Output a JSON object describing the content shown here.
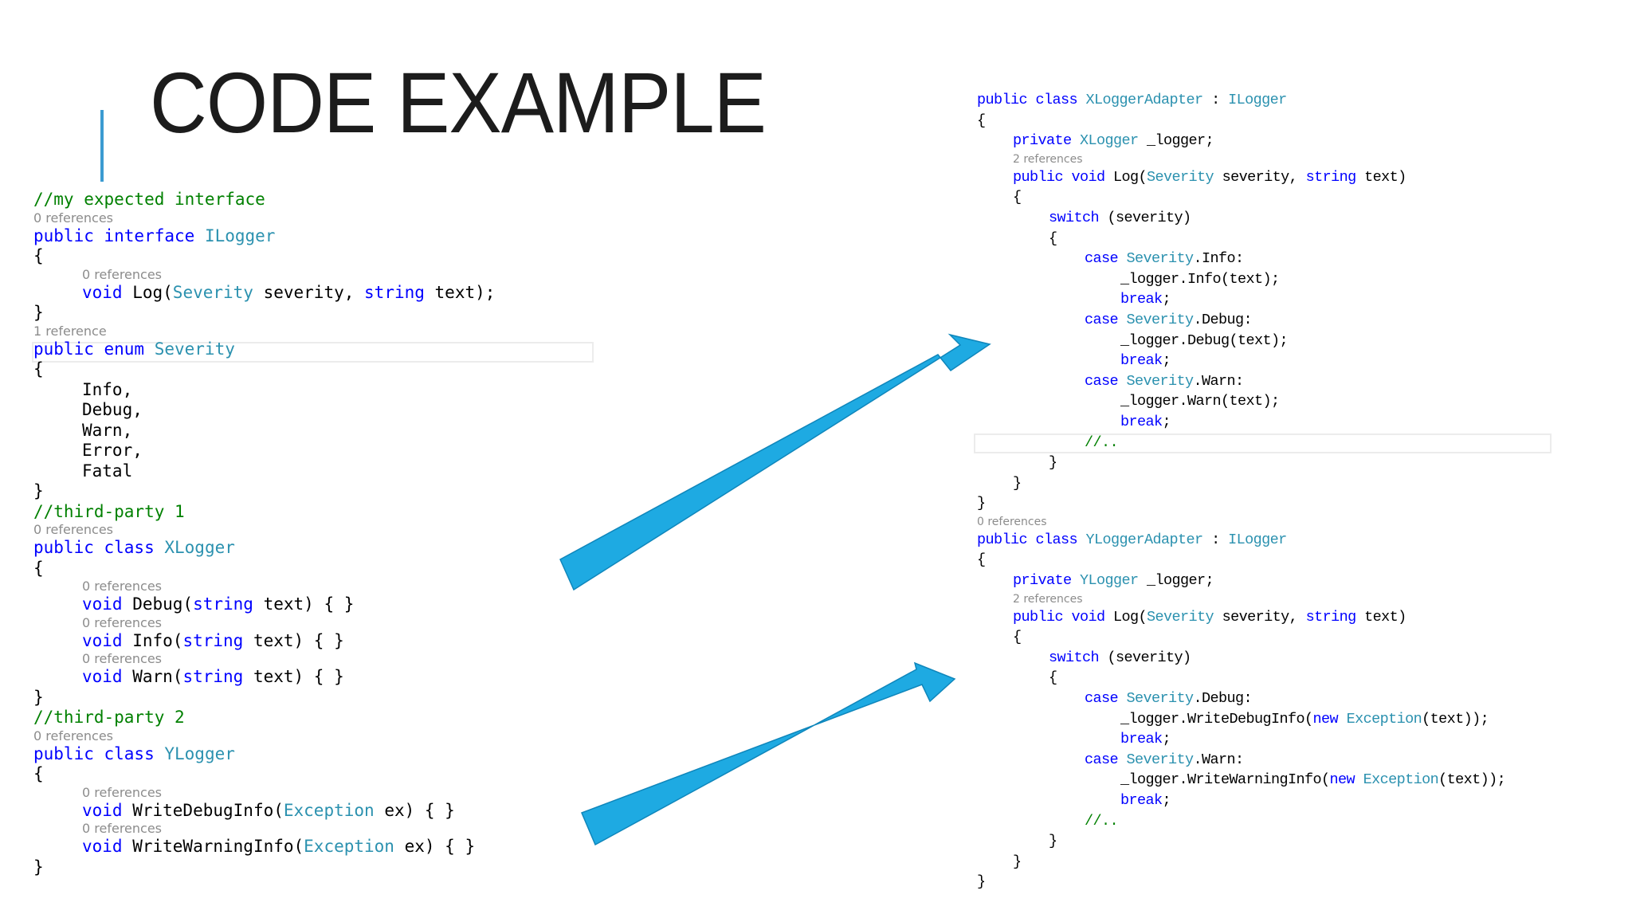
{
  "slide": {
    "title": "CODE EXAMPLE",
    "accent_color": "#3b9bd1",
    "arrow_color": "#1eaae2"
  },
  "code_colors": {
    "keyword": "#0000ff",
    "type": "#2b91af",
    "comment": "#008000",
    "lens": "#8c8c8c"
  },
  "left_code": [
    {
      "kind": "code",
      "indent": 0,
      "tokens": [
        {
          "c": "cm",
          "t": "//my expected interface"
        }
      ]
    },
    {
      "kind": "ref",
      "indent": 0,
      "text": "0 references"
    },
    {
      "kind": "code",
      "indent": 0,
      "tokens": [
        {
          "c": "kw",
          "t": "public interface "
        },
        {
          "c": "ty",
          "t": "ILogger"
        }
      ]
    },
    {
      "kind": "code",
      "indent": 0,
      "tokens": [
        {
          "t": "{"
        }
      ]
    },
    {
      "kind": "ref",
      "indent": 1,
      "text": "0 references"
    },
    {
      "kind": "code",
      "indent": 1,
      "tokens": [
        {
          "c": "kw",
          "t": "void"
        },
        {
          "t": " Log("
        },
        {
          "c": "ty",
          "t": "Severity"
        },
        {
          "t": " severity, "
        },
        {
          "c": "kw",
          "t": "string"
        },
        {
          "t": " text);"
        }
      ]
    },
    {
      "kind": "code",
      "indent": 0,
      "tokens": [
        {
          "t": "}"
        }
      ]
    },
    {
      "kind": "ref",
      "indent": 0,
      "text": "1 reference"
    },
    {
      "kind": "code",
      "indent": 0,
      "tokens": [
        {
          "c": "kw",
          "t": "public enum "
        },
        {
          "c": "ty",
          "t": "Severity"
        }
      ]
    },
    {
      "kind": "code",
      "indent": 0,
      "tokens": [
        {
          "t": "{"
        }
      ]
    },
    {
      "kind": "code",
      "indent": 1,
      "tokens": [
        {
          "t": "Info,"
        }
      ]
    },
    {
      "kind": "code",
      "indent": 1,
      "tokens": [
        {
          "t": "Debug,"
        }
      ]
    },
    {
      "kind": "code",
      "indent": 1,
      "tokens": [
        {
          "t": "Warn,"
        }
      ]
    },
    {
      "kind": "code",
      "indent": 1,
      "tokens": [
        {
          "t": "Error,"
        }
      ]
    },
    {
      "kind": "code",
      "indent": 1,
      "tokens": [
        {
          "t": "Fatal"
        }
      ]
    },
    {
      "kind": "code",
      "indent": 0,
      "tokens": [
        {
          "t": "}"
        }
      ]
    },
    {
      "kind": "code",
      "indent": 0,
      "tokens": [
        {
          "c": "cm",
          "t": "//third-party 1"
        }
      ]
    },
    {
      "kind": "ref",
      "indent": 0,
      "text": "0 references"
    },
    {
      "kind": "code",
      "indent": 0,
      "tokens": [
        {
          "c": "kw",
          "t": "public class "
        },
        {
          "c": "ty",
          "t": "XLogger"
        }
      ]
    },
    {
      "kind": "code",
      "indent": 0,
      "tokens": [
        {
          "t": "{"
        }
      ]
    },
    {
      "kind": "ref",
      "indent": 1,
      "text": "0 references"
    },
    {
      "kind": "code",
      "indent": 1,
      "tokens": [
        {
          "c": "kw",
          "t": "void"
        },
        {
          "t": " Debug("
        },
        {
          "c": "kw",
          "t": "string"
        },
        {
          "t": " text) { }"
        }
      ]
    },
    {
      "kind": "ref",
      "indent": 1,
      "text": "0 references"
    },
    {
      "kind": "code",
      "indent": 1,
      "tokens": [
        {
          "c": "kw",
          "t": "void"
        },
        {
          "t": " Info("
        },
        {
          "c": "kw",
          "t": "string"
        },
        {
          "t": " text) { }"
        }
      ]
    },
    {
      "kind": "ref",
      "indent": 1,
      "text": "0 references"
    },
    {
      "kind": "code",
      "indent": 1,
      "tokens": [
        {
          "c": "kw",
          "t": "void"
        },
        {
          "t": " Warn("
        },
        {
          "c": "kw",
          "t": "string"
        },
        {
          "t": " text) { }"
        }
      ]
    },
    {
      "kind": "code",
      "indent": 0,
      "tokens": [
        {
          "t": "}"
        }
      ]
    },
    {
      "kind": "code",
      "indent": 0,
      "tokens": [
        {
          "c": "cm",
          "t": "//third-party 2"
        }
      ]
    },
    {
      "kind": "ref",
      "indent": 0,
      "text": "0 references"
    },
    {
      "kind": "code",
      "indent": 0,
      "tokens": [
        {
          "c": "kw",
          "t": "public class "
        },
        {
          "c": "ty",
          "t": "YLogger"
        }
      ]
    },
    {
      "kind": "code",
      "indent": 0,
      "tokens": [
        {
          "t": "{"
        }
      ]
    },
    {
      "kind": "ref",
      "indent": 1,
      "text": "0 references"
    },
    {
      "kind": "code",
      "indent": 1,
      "tokens": [
        {
          "c": "kw",
          "t": "void"
        },
        {
          "t": " WriteDebugInfo("
        },
        {
          "c": "ty",
          "t": "Exception"
        },
        {
          "t": " ex) { }"
        }
      ]
    },
    {
      "kind": "ref",
      "indent": 1,
      "text": "0 references"
    },
    {
      "kind": "code",
      "indent": 1,
      "tokens": [
        {
          "c": "kw",
          "t": "void"
        },
        {
          "t": " WriteWarningInfo("
        },
        {
          "c": "ty",
          "t": "Exception"
        },
        {
          "t": " ex) { }"
        }
      ]
    },
    {
      "kind": "code",
      "indent": 0,
      "tokens": [
        {
          "t": "}"
        }
      ]
    }
  ],
  "right_code": [
    {
      "kind": "code",
      "indent": 0,
      "tokens": [
        {
          "c": "kw",
          "t": "public class "
        },
        {
          "c": "ty",
          "t": "XLoggerAdapter"
        },
        {
          "t": " : "
        },
        {
          "c": "ty",
          "t": "ILogger"
        }
      ]
    },
    {
      "kind": "code",
      "indent": 0,
      "tokens": [
        {
          "t": "{"
        }
      ]
    },
    {
      "kind": "code",
      "indent": 1,
      "tokens": [
        {
          "c": "kw",
          "t": "private "
        },
        {
          "c": "ty",
          "t": "XLogger"
        },
        {
          "t": " _logger;"
        }
      ]
    },
    {
      "kind": "ref",
      "indent": 1,
      "text": "2 references"
    },
    {
      "kind": "code",
      "indent": 1,
      "tokens": [
        {
          "c": "kw",
          "t": "public void"
        },
        {
          "t": " Log("
        },
        {
          "c": "ty",
          "t": "Severity"
        },
        {
          "t": " severity, "
        },
        {
          "c": "kw",
          "t": "string"
        },
        {
          "t": " text)"
        }
      ]
    },
    {
      "kind": "code",
      "indent": 1,
      "tokens": [
        {
          "t": "{"
        }
      ]
    },
    {
      "kind": "code",
      "indent": 2,
      "tokens": [
        {
          "c": "kw",
          "t": "switch"
        },
        {
          "t": " (severity)"
        }
      ]
    },
    {
      "kind": "code",
      "indent": 2,
      "tokens": [
        {
          "t": "{"
        }
      ]
    },
    {
      "kind": "code",
      "indent": 3,
      "tokens": [
        {
          "c": "kw",
          "t": "case "
        },
        {
          "c": "ty",
          "t": "Severity"
        },
        {
          "t": ".Info:"
        }
      ]
    },
    {
      "kind": "code",
      "indent": 4,
      "tokens": [
        {
          "t": "_logger.Info(text);"
        }
      ]
    },
    {
      "kind": "code",
      "indent": 4,
      "tokens": [
        {
          "c": "kw",
          "t": "break"
        },
        {
          "t": ";"
        }
      ]
    },
    {
      "kind": "code",
      "indent": 3,
      "tokens": [
        {
          "c": "kw",
          "t": "case "
        },
        {
          "c": "ty",
          "t": "Severity"
        },
        {
          "t": ".Debug:"
        }
      ]
    },
    {
      "kind": "code",
      "indent": 4,
      "tokens": [
        {
          "t": "_logger.Debug(text);"
        }
      ]
    },
    {
      "kind": "code",
      "indent": 4,
      "tokens": [
        {
          "c": "kw",
          "t": "break"
        },
        {
          "t": ";"
        }
      ]
    },
    {
      "kind": "code",
      "indent": 3,
      "tokens": [
        {
          "c": "kw",
          "t": "case "
        },
        {
          "c": "ty",
          "t": "Severity"
        },
        {
          "t": ".Warn:"
        }
      ]
    },
    {
      "kind": "code",
      "indent": 4,
      "tokens": [
        {
          "t": "_logger.Warn(text);"
        }
      ]
    },
    {
      "kind": "code",
      "indent": 4,
      "tokens": [
        {
          "c": "kw",
          "t": "break"
        },
        {
          "t": ";"
        }
      ]
    },
    {
      "kind": "code",
      "indent": 3,
      "tokens": [
        {
          "c": "cm",
          "t": "//.."
        }
      ]
    },
    {
      "kind": "code",
      "indent": 2,
      "tokens": [
        {
          "t": "}"
        }
      ]
    },
    {
      "kind": "code",
      "indent": 1,
      "tokens": [
        {
          "t": "}"
        }
      ]
    },
    {
      "kind": "code",
      "indent": 0,
      "tokens": [
        {
          "t": "}"
        }
      ]
    },
    {
      "kind": "ref",
      "indent": 0,
      "text": "0 references"
    },
    {
      "kind": "code",
      "indent": 0,
      "tokens": [
        {
          "c": "kw",
          "t": "public class "
        },
        {
          "c": "ty",
          "t": "YLoggerAdapter"
        },
        {
          "t": " : "
        },
        {
          "c": "ty",
          "t": "ILogger"
        }
      ]
    },
    {
      "kind": "code",
      "indent": 0,
      "tokens": [
        {
          "t": "{"
        }
      ]
    },
    {
      "kind": "code",
      "indent": 1,
      "tokens": [
        {
          "c": "kw",
          "t": "private "
        },
        {
          "c": "ty",
          "t": "YLogger"
        },
        {
          "t": " _logger;"
        }
      ]
    },
    {
      "kind": "ref",
      "indent": 1,
      "text": "2 references"
    },
    {
      "kind": "code",
      "indent": 1,
      "tokens": [
        {
          "c": "kw",
          "t": "public void"
        },
        {
          "t": " Log("
        },
        {
          "c": "ty",
          "t": "Severity"
        },
        {
          "t": " severity, "
        },
        {
          "c": "kw",
          "t": "string"
        },
        {
          "t": " text)"
        }
      ]
    },
    {
      "kind": "code",
      "indent": 1,
      "tokens": [
        {
          "t": "{"
        }
      ]
    },
    {
      "kind": "code",
      "indent": 2,
      "tokens": [
        {
          "c": "kw",
          "t": "switch"
        },
        {
          "t": " (severity)"
        }
      ]
    },
    {
      "kind": "code",
      "indent": 2,
      "tokens": [
        {
          "t": "{"
        }
      ]
    },
    {
      "kind": "code",
      "indent": 3,
      "tokens": [
        {
          "c": "kw",
          "t": "case "
        },
        {
          "c": "ty",
          "t": "Severity"
        },
        {
          "t": ".Debug:"
        }
      ]
    },
    {
      "kind": "code",
      "indent": 4,
      "tokens": [
        {
          "t": "_logger.WriteDebugInfo("
        },
        {
          "c": "kw",
          "t": "new "
        },
        {
          "c": "ty",
          "t": "Exception"
        },
        {
          "t": "(text));"
        }
      ]
    },
    {
      "kind": "code",
      "indent": 4,
      "tokens": [
        {
          "c": "kw",
          "t": "break"
        },
        {
          "t": ";"
        }
      ]
    },
    {
      "kind": "code",
      "indent": 3,
      "tokens": [
        {
          "c": "kw",
          "t": "case "
        },
        {
          "c": "ty",
          "t": "Severity"
        },
        {
          "t": ".Warn:"
        }
      ]
    },
    {
      "kind": "code",
      "indent": 4,
      "tokens": [
        {
          "t": "_logger.WriteWarningInfo("
        },
        {
          "c": "kw",
          "t": "new "
        },
        {
          "c": "ty",
          "t": "Exception"
        },
        {
          "t": "(text));"
        }
      ]
    },
    {
      "kind": "code",
      "indent": 4,
      "tokens": [
        {
          "c": "kw",
          "t": "break"
        },
        {
          "t": ";"
        }
      ]
    },
    {
      "kind": "code",
      "indent": 3,
      "tokens": [
        {
          "c": "cm",
          "t": "//.."
        }
      ]
    },
    {
      "kind": "code",
      "indent": 2,
      "tokens": [
        {
          "t": "}"
        }
      ]
    },
    {
      "kind": "code",
      "indent": 1,
      "tokens": [
        {
          "t": "}"
        }
      ]
    },
    {
      "kind": "code",
      "indent": 0,
      "tokens": [
        {
          "t": "}"
        }
      ]
    }
  ]
}
